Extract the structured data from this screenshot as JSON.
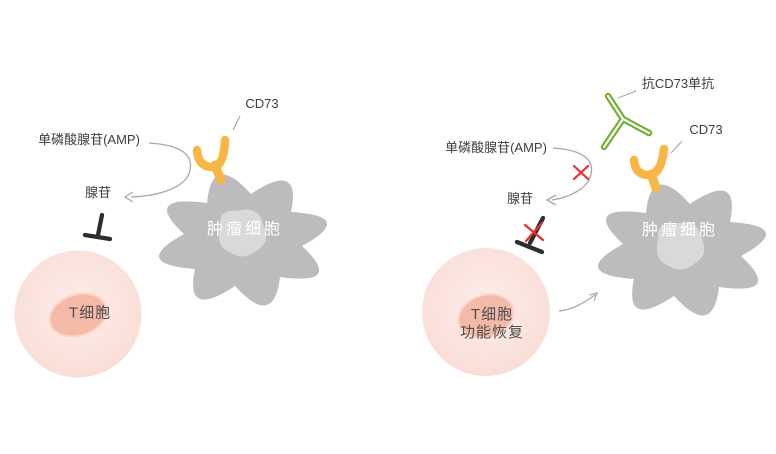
{
  "figure": {
    "description_labels_language": "zh-CN"
  },
  "colors": {
    "background": "#ffffff",
    "tumor_cell": "#bcbcbe",
    "tumor_nucleus": "#d9d9da",
    "t_cell": "#fbe3dd",
    "t_cell_nucleus": "#f5b9a7",
    "t_cell_nucleus_ring": "#fbd5c8",
    "cd73_receptor": "#f7b645",
    "antibody": "#6fae2f",
    "blocked_cross": "#e8312d",
    "inhibition_bar": "#2d2d2d",
    "label_text": "#3d3d3d",
    "tumor_label_text": "#ffffff",
    "connector_line": "#a8a8a8"
  },
  "icons": {
    "cd73_receptor": "y-shaped-receptor-icon",
    "antibody": "y-shaped-antibody-icon",
    "inhibition": "t-bar-inhibition-icon",
    "blocked": "red-cross-icon",
    "amp_conversion_arrow": "curved-arrow-icon",
    "t_cell_attack_arrow": "curved-arrow-icon"
  },
  "panels": {
    "left": {
      "amp_label": "单磷酸腺苷(AMP)",
      "adenosine_label": "腺苷",
      "cd73_label": "CD73",
      "tumor_cell_label": "肿瘤细胞",
      "t_cell_label": "T细胞"
    },
    "right": {
      "amp_label": "单磷酸腺苷(AMP)",
      "adenosine_label": "腺苷",
      "antibody_label": "抗CD73单抗",
      "cd73_label": "CD73",
      "tumor_cell_label": "肿瘤细胞",
      "t_cell_label_line1": "T细胞",
      "t_cell_label_line2": "功能恢复"
    }
  }
}
